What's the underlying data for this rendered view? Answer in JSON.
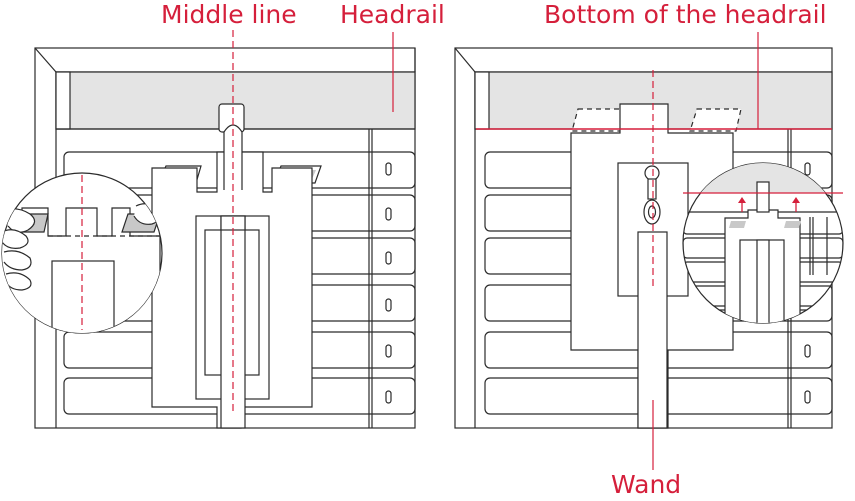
{
  "labels": {
    "middle_line": "Middle line",
    "headrail": "Headrail",
    "bottom_of_headrail": "Bottom of the headrail",
    "wand": "Wand"
  },
  "colors": {
    "accent": "#d51f3b",
    "line": "#2b2b2b",
    "headrail_fill": "#e4e4e4",
    "tab_fill": "#c8c8c8",
    "background": "#ffffff"
  }
}
